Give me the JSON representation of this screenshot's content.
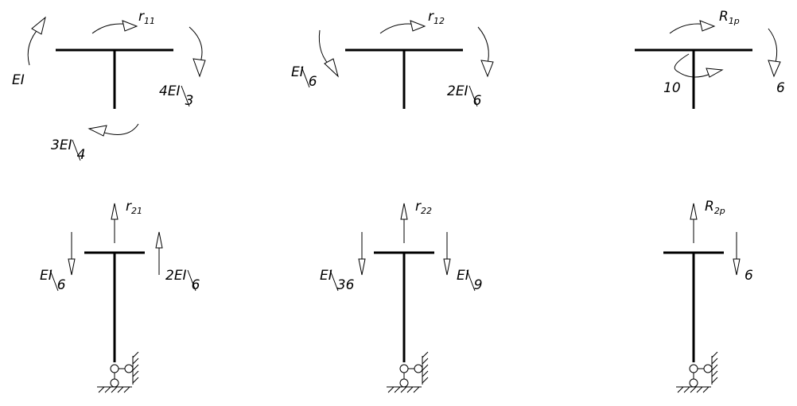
{
  "panels": [
    {
      "reaction": {
        "main": "r",
        "sub": "11"
      },
      "loads": [
        {
          "text": "EI"
        },
        {
          "num": "4EI",
          "den": "3"
        },
        {
          "num": "3EI",
          "den": "4"
        }
      ]
    },
    {
      "reaction": {
        "main": "r",
        "sub": "12"
      },
      "loads": [
        {
          "num": "EI",
          "den": "6"
        },
        {
          "num": "2EI",
          "den": "6"
        }
      ]
    },
    {
      "reaction": {
        "main": "R",
        "sub": "1p"
      },
      "loads": [
        {
          "text": "10"
        },
        {
          "text": "6"
        }
      ]
    },
    {
      "reaction": {
        "main": "r",
        "sub": "21"
      },
      "loads": [
        {
          "num": "EI",
          "den": "6"
        },
        {
          "num": "2EI",
          "den": "6"
        }
      ]
    },
    {
      "reaction": {
        "main": "r",
        "sub": "22"
      },
      "loads": [
        {
          "num": "EI",
          "den": "36"
        },
        {
          "num": "EI",
          "den": "9"
        }
      ]
    },
    {
      "reaction": {
        "main": "R",
        "sub": "2p"
      },
      "loads": [
        {
          "text": "6"
        }
      ]
    }
  ]
}
